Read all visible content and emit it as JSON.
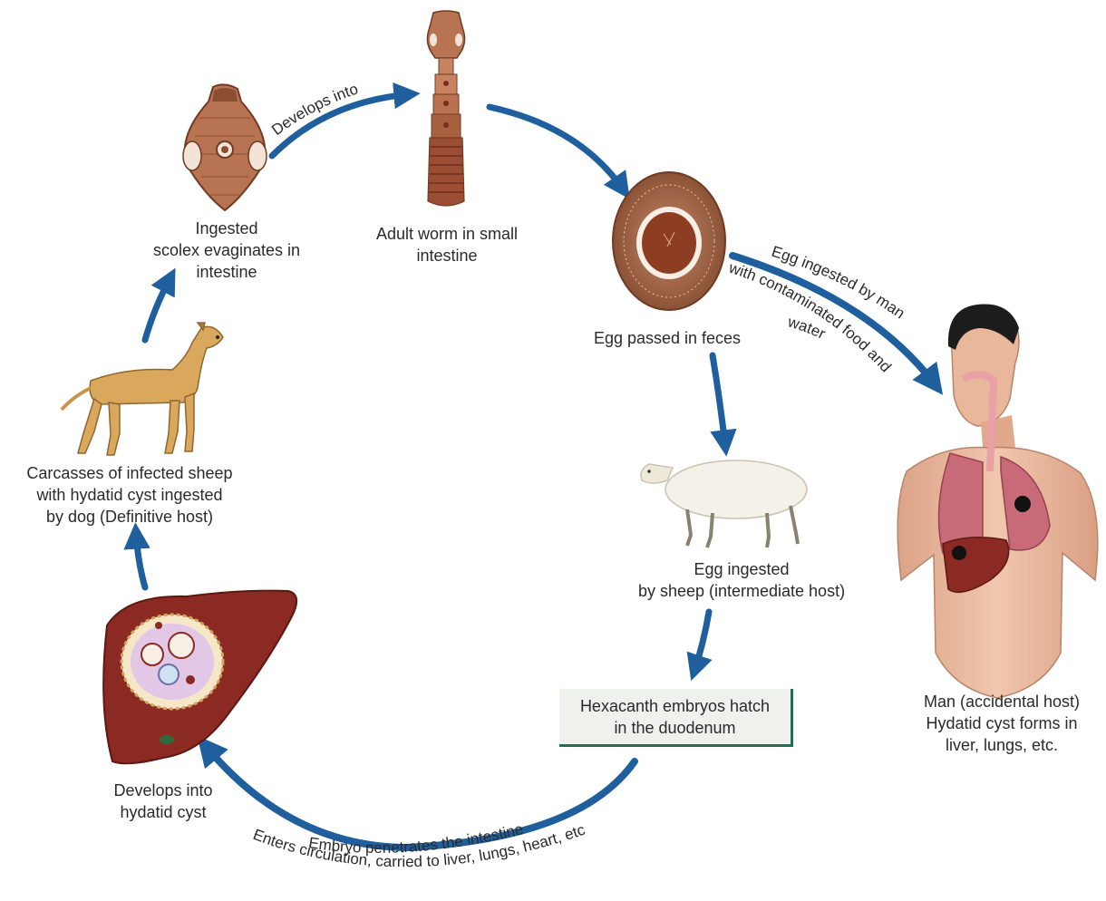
{
  "labels": {
    "scolex": [
      "Ingested",
      "scolex evaginates in",
      "intestine"
    ],
    "adult": [
      "Adult worm in small",
      "intestine"
    ],
    "egg_feces": [
      "Egg passed in feces"
    ],
    "dog": [
      "Carcasses of infected sheep",
      "with hydatid cyst ingested",
      "by dog (Definitive host)"
    ],
    "sheep": [
      "Egg ingested",
      "by sheep (intermediate host)"
    ],
    "hatch": [
      "Hexacanth embryos hatch",
      "in the duodenum"
    ],
    "cyst": [
      "Develops into",
      "hydatid cyst"
    ],
    "man": [
      "Man (accidental host)",
      "Hydatid cyst forms in",
      "liver, lungs, etc."
    ]
  },
  "arrow_labels": {
    "develops_into": "Develops into",
    "egg_ingested_man": "Egg ingested by man",
    "contaminated": "with contaminated food and",
    "water": "water",
    "embryo_penetrates": "Embryo penetrates the intestine",
    "enters_circulation": "Enters circulation, carried to liver, lungs, heart, etc"
  },
  "icons": [
    "scolex-icon",
    "adult-worm-icon",
    "egg-icon",
    "dog-icon",
    "sheep-icon",
    "liver-cyst-icon",
    "human-torso-icon"
  ],
  "colors": {
    "arrow": "#1f5f9e",
    "box_border": "#1f6f54",
    "box_fill": "#eef1ec",
    "liver": "#8a2a22",
    "worm": "#b8704f",
    "skin": "#e8b89c",
    "lung": "#c86a78"
  }
}
